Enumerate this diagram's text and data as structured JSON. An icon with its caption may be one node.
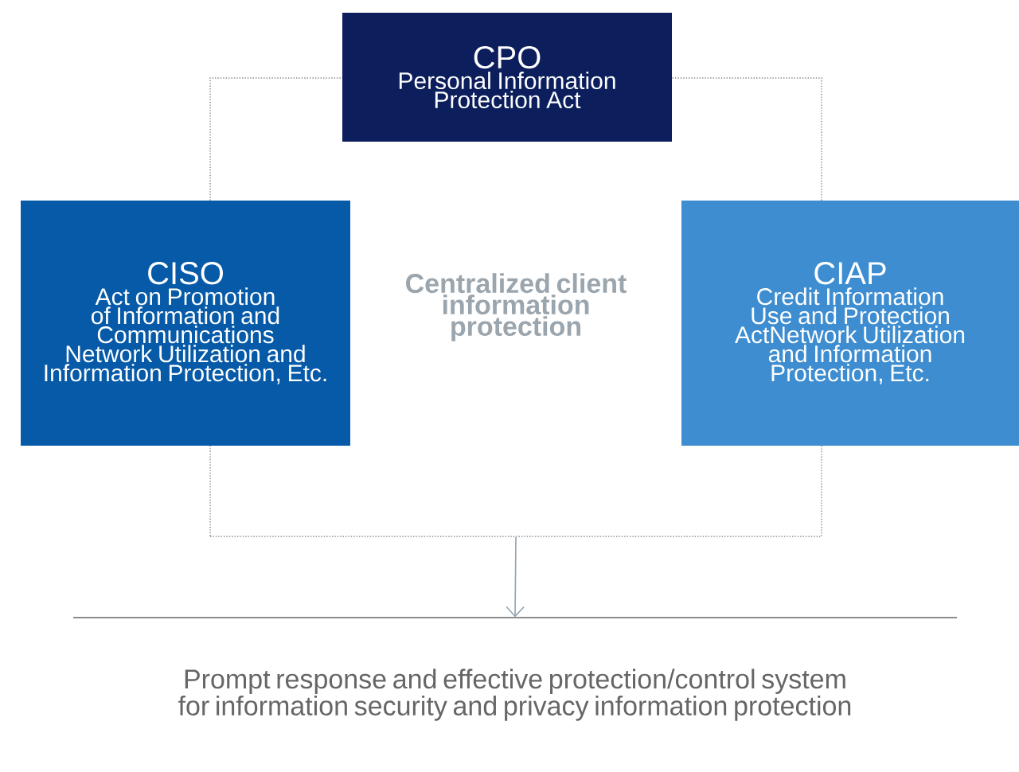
{
  "diagram": {
    "nodes": [
      {
        "text": [
          "Centralized client information protection"
        ]
      },
      {
        "text": [
          "CPO",
          "Personal Information Protection Act"
        ]
      },
      {
        "text": [
          "CISO",
          "Act on Promotion of Information and Communications Network Utilization and Information Protection, Etc."
        ]
      },
      {
        "text": [
          "CIAP",
          "Credit Information Use and Protection ActNetwork Utilization and Information Protection, Etc."
        ]
      },
      {
        "text": [
          "Prompt response and effective protection/control system for information security and privacy information protection"
        ]
      }
    ],
    "edges": [
      {
        "from": 0,
        "to": 4,
        "arrow": "to"
      }
    ]
  }
}
